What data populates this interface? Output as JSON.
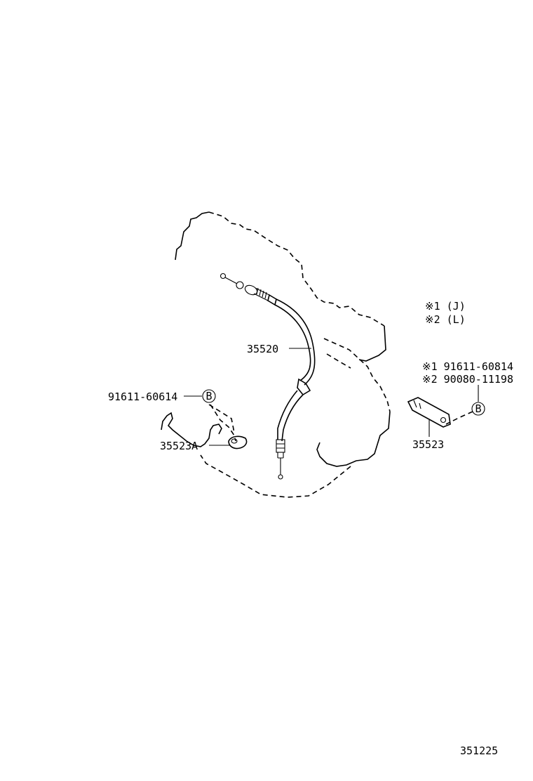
{
  "legend": {
    "note1": "※1  (J)",
    "note2": "※2  (L)"
  },
  "parts": {
    "cable": "35520",
    "bolt_left": "91611-60614",
    "clamp_left": "35523A",
    "bracket_right": "35523",
    "bolt_right_1": "※1 91611-60814",
    "bolt_right_2": "※2 90080-11198"
  },
  "callout_symbols": {
    "left": "B",
    "right": "B"
  },
  "figure_number": "351225"
}
